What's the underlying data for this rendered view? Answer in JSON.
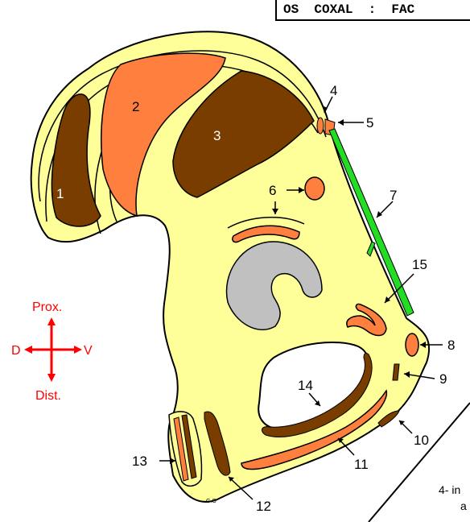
{
  "title": "OS  COXAL  :  FAC",
  "orientation": {
    "prox": "Prox.",
    "dist": "Dist.",
    "d": "D",
    "v": "V"
  },
  "labels": [
    "1",
    "2",
    "3",
    "4",
    "5",
    "6",
    "7",
    "8",
    "9",
    "10",
    "11",
    "12",
    "13",
    "14",
    "15"
  ],
  "small_label": "G.O",
  "legend_fragment": {
    "line1": "4- in",
    "line2": "a"
  },
  "colors": {
    "bone": "#ffff99",
    "dark": "#7a3d00",
    "orange": "#ff7f3f",
    "grey": "#c0c0c0",
    "green": "#22dd22",
    "red": "#ff0000"
  }
}
